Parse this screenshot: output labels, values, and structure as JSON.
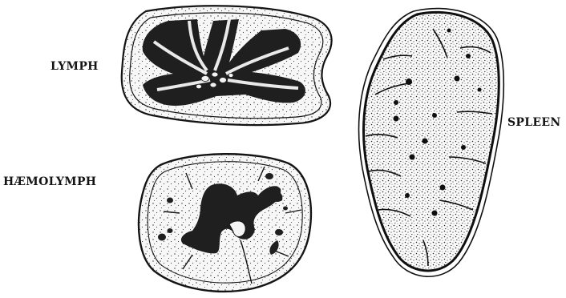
{
  "labels": {
    "lymph": "LYMPH",
    "haemolymph": "HÆMOLYMPH",
    "spleen": "SPLEEN"
  },
  "colors": {
    "ink": "#141414",
    "paper": "#ffffff",
    "capsule_fill": "#f4f4f4"
  }
}
